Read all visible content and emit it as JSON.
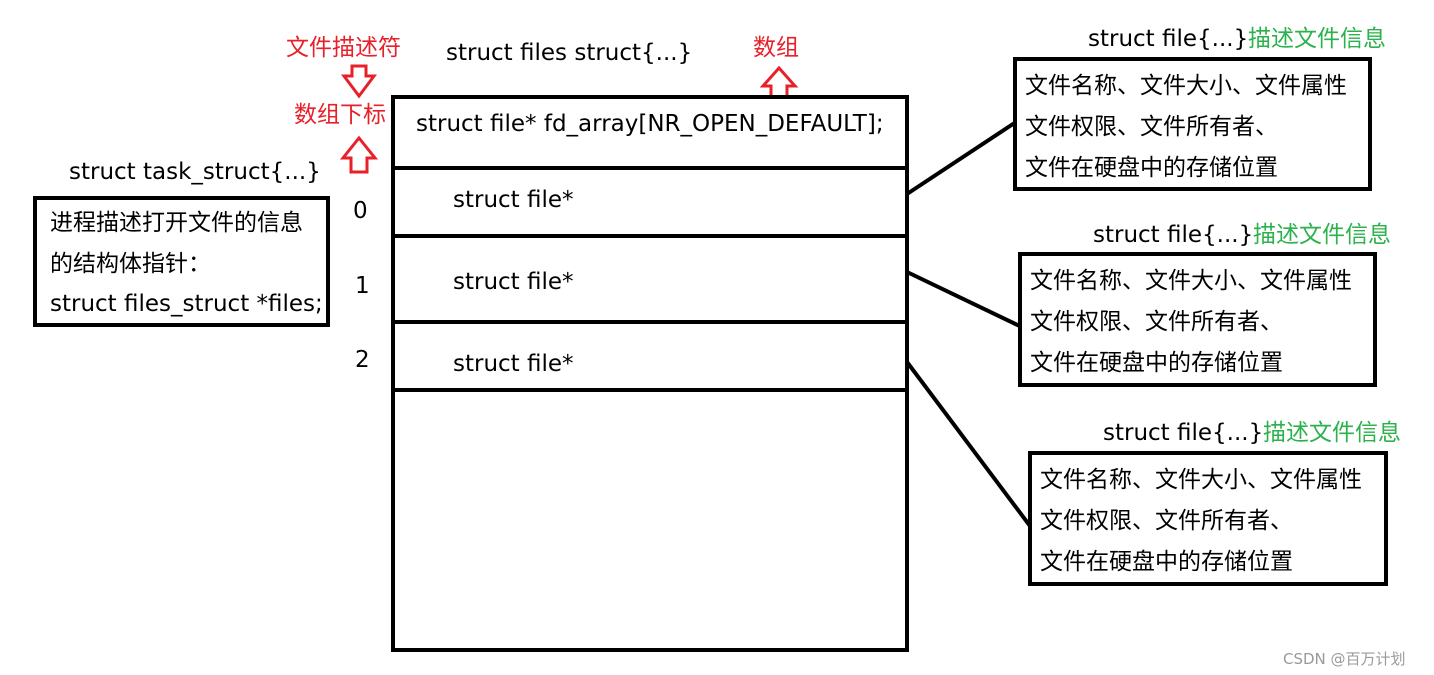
{
  "labels": {
    "fd_label": "文件描述符",
    "index_label": "数组下标",
    "array_label": "数组",
    "files_struct_title": "struct files  struct{...}",
    "task_struct_title": "struct task_struct{...}"
  },
  "task_box": {
    "lines": [
      "进程描述打开文件的信息",
      "的结构体指针：",
      "struct files_struct *files;"
    ]
  },
  "fd_array": {
    "header": "struct file* fd_array[NR_OPEN_DEFAULT];",
    "rows": [
      {
        "index": "0",
        "label": "struct file*"
      },
      {
        "index": "1",
        "label": "struct file*"
      },
      {
        "index": "2",
        "label": "struct file*"
      }
    ]
  },
  "file_structs": [
    {
      "title": "struct file{...}",
      "desc": "描述文件信息",
      "lines": [
        "文件名称、文件大小、文件属性",
        "文件权限、文件所有者、",
        "文件在硬盘中的存储位置"
      ]
    },
    {
      "title": "struct file{...}",
      "desc": "描述文件信息",
      "lines": [
        "文件名称、文件大小、文件属性",
        "文件权限、文件所有者、",
        "文件在硬盘中的存储位置"
      ]
    },
    {
      "title": "struct file{...}",
      "desc": "描述文件信息",
      "lines": [
        "文件名称、文件大小、文件属性",
        "文件权限、文件所有者、",
        "文件在硬盘中的存储位置"
      ]
    }
  ],
  "watermark": "CSDN @百万计划",
  "colors": {
    "annotation_red": "#e8202a",
    "annotation_green": "#2bb24c",
    "watermark_gray": "#9a9a9a"
  }
}
